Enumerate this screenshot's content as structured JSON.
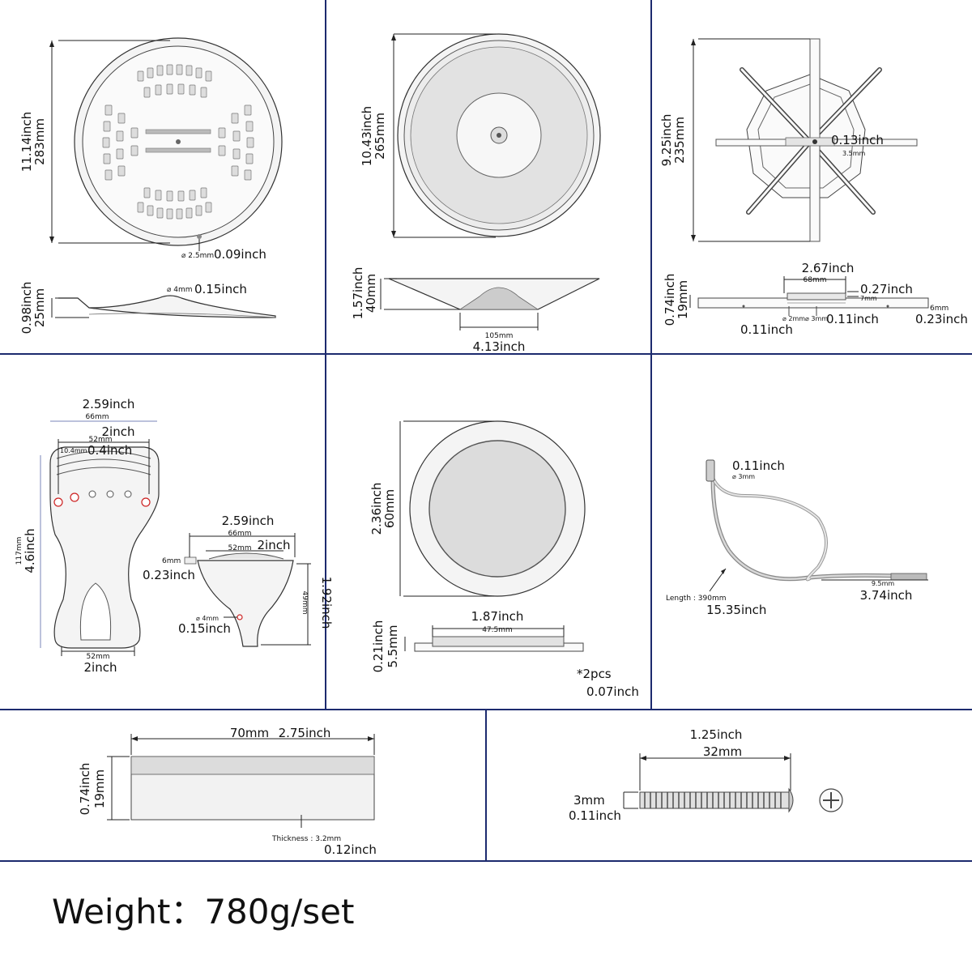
{
  "cover_plate": {
    "height_in": "11.14inch",
    "height_mm": "283mm",
    "hole_mm": "⌀ 2.5mm",
    "hole_in": "0.09inch",
    "side_hole_mm": "⌀ 4mm",
    "side_hole_in": "0.15inch",
    "side_height_in": "0.98inch",
    "side_height_mm": "25mm"
  },
  "cone": {
    "height_in": "10.43inch",
    "height_mm": "265mm",
    "side_height_in": "1.57inch",
    "side_height_mm": "40mm",
    "base_mm": "105mm",
    "base_in": "4.13inch"
  },
  "spider": {
    "height_in": "9.25inch",
    "height_mm": "235mm",
    "center_in": "0.13inch",
    "center_mm": "3.5mm",
    "top_in": "2.67inch",
    "top_mm": "68mm",
    "step_in": "0.27inch",
    "step_mm": "7mm",
    "side_height_in": "0.74inch",
    "side_height_mm": "19mm",
    "hole1_in": "0.11inch",
    "hole1_mm": "⌀ 2mm",
    "hole2_in": "0.11inch",
    "hole2_mm": "⌀ 3mm",
    "end_in": "0.23inch",
    "end_mm": "6mm"
  },
  "tailpiece": {
    "width_in": "2.59inch",
    "width_mm": "66mm",
    "inner_in": "2inch",
    "inner_mm": "52mm",
    "offset_in": "0.4inch",
    "offset_mm": "10.4mm",
    "height_mm": "117mm",
    "height_in": "4.6inch",
    "bottom_mm": "52mm",
    "bottom_in": "2inch",
    "side_width_in": "2.59inch",
    "side_width_mm": "66mm",
    "side_inner_mm": "52mm",
    "side_inner_in": "2inch",
    "side_lip_mm": "6mm",
    "side_lip_in": "0.23inch",
    "side_height_in": "1.92inch",
    "side_height_mm": "49mm",
    "side_hole_mm": "⌀ 4mm",
    "side_hole_in": "0.15inch"
  },
  "pad": {
    "height_in": "2.36inch",
    "height_mm": "60mm",
    "width_in": "1.87inch",
    "width_mm": "47.5mm",
    "side_height_in": "0.21inch",
    "side_height_mm": "5.5mm",
    "qty": "*2pcs",
    "thickness_in": "0.07inch"
  },
  "cable": {
    "dia_in": "0.11inch",
    "dia_mm": "⌀ 3mm",
    "length_mm": "Length : 390mm",
    "length_in": "15.35inch",
    "end_mm": "9.5mm",
    "end_in": "3.74inch"
  },
  "saddle": {
    "width_mm": "70mm",
    "width_in": "2.75inch",
    "height_in": "0.74inch",
    "height_mm": "19mm",
    "thickness_mm": "Thickness : 3.2mm",
    "thickness_in": "0.12inch"
  },
  "screw": {
    "length_in": "1.25inch",
    "length_mm": "32mm",
    "dia_mm": "3mm",
    "dia_in": "0.11inch"
  },
  "weight": "Weight：780g/set",
  "colors": {
    "grid": "#1c2a6e",
    "line": "#222222",
    "fill": "#f4f4f4"
  }
}
